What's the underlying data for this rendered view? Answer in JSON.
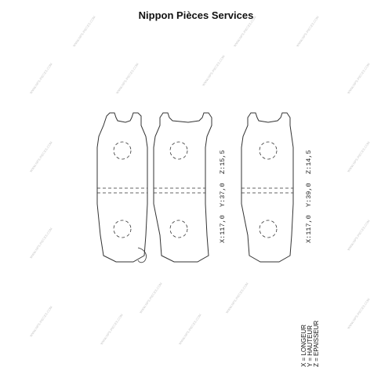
{
  "header": {
    "title": "Nippon Pièces Services"
  },
  "parts": [
    {
      "dims": {
        "x": "X:117,0",
        "y": "Y:37,0",
        "z": "Z:15,5"
      }
    },
    {
      "dims": {
        "x": "X:117,0",
        "y": "Y:39,0",
        "z": "Z:14,5"
      }
    }
  ],
  "legend": {
    "x": "X = LONGEUR",
    "y": "Y = HAUTEUR",
    "z": "Z = EPAISSEUR"
  },
  "watermark": "WWW.NPS-PIECES.COM"
}
